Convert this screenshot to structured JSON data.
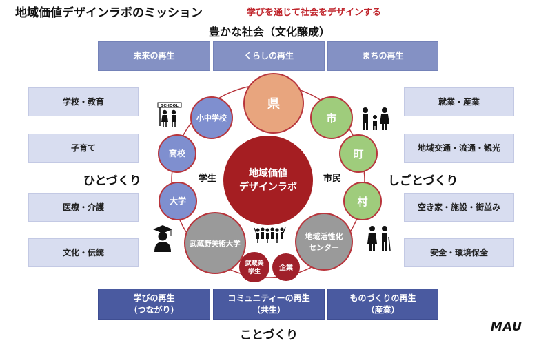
{
  "header": {
    "title": "地域価値デザインラボのミッション",
    "subtitle": "学びを通じて社会をデザインする"
  },
  "top": {
    "heading": "豊かな社会（文化醸成）",
    "boxes": [
      "未来の再生",
      "くらしの再生",
      "まちの再生"
    ]
  },
  "left": {
    "label": "ひとづくり",
    "boxes": [
      "学校・教育",
      "子育て",
      "医療・介護",
      "文化・伝統"
    ]
  },
  "right": {
    "label": "しごとづくり",
    "boxes": [
      "就業・産業",
      "地域交通・流通・観光",
      "空き家・施設・街並み",
      "安全・環境保全"
    ]
  },
  "bottom": {
    "heading": "ことづくり",
    "boxes": [
      "学びの再生\n（つながり）",
      "コミュニティーの再生\n（共生）",
      "ものづくりの再生\n（産業）"
    ]
  },
  "diagram": {
    "center": [
      "地域価値",
      "デザインラボ"
    ],
    "prefecture": "県",
    "school_left": [
      "小中学校",
      "高校",
      "大学"
    ],
    "municipal_right": [
      "市",
      "町",
      "村"
    ],
    "musashino": "武蔵野美術大学",
    "regional": [
      "地域活性化",
      "センター"
    ],
    "students": [
      "武蔵美",
      "学生"
    ],
    "company": "企業",
    "label_student": "学生",
    "label_citizen": "市民",
    "school_sign": "SCHOOL"
  },
  "logo": "MAU",
  "colors": {
    "prefecture": "#e8a57e",
    "municipal": "#9fcc7c",
    "school": "#7f8fcf",
    "center": "#a51e22",
    "gray": "#9a9a9a",
    "small": "#a0202a",
    "ring": "#b8353c"
  }
}
